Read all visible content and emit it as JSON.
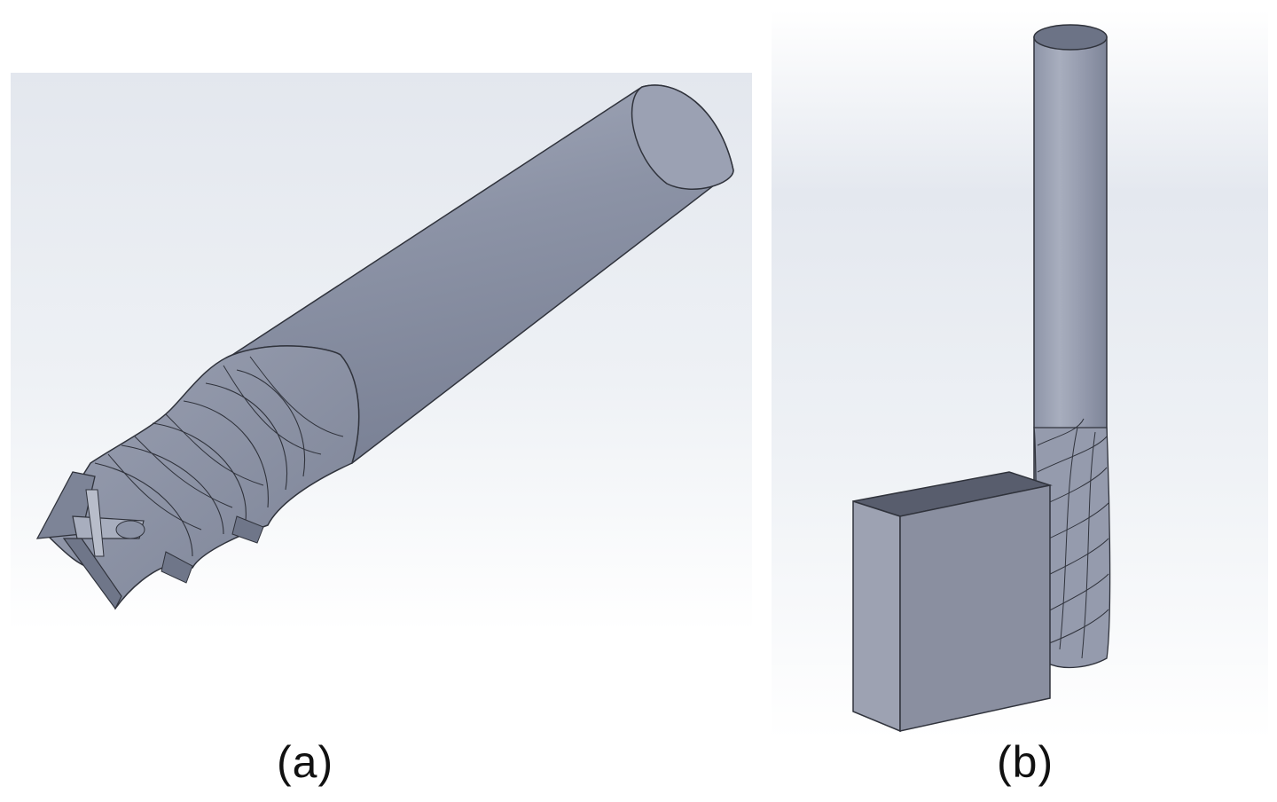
{
  "figure": {
    "panel_a": {
      "caption": "(a)",
      "subject": "end-mill-tool"
    },
    "panel_b": {
      "caption": "(b)",
      "subject": "end-mill-with-workpiece-block"
    }
  },
  "colors": {
    "background_top": "#dfe4ec",
    "background_bottom": "#ffffff",
    "tool_body": "#8c93a6",
    "tool_highlight": "#aeb4c4",
    "tool_shadow": "#6f7689",
    "edge_line": "#30333c",
    "block_front": "#8a8fa0",
    "block_top": "#585d6d",
    "block_side": "#b4b8c6",
    "caption_text": "#111111"
  }
}
